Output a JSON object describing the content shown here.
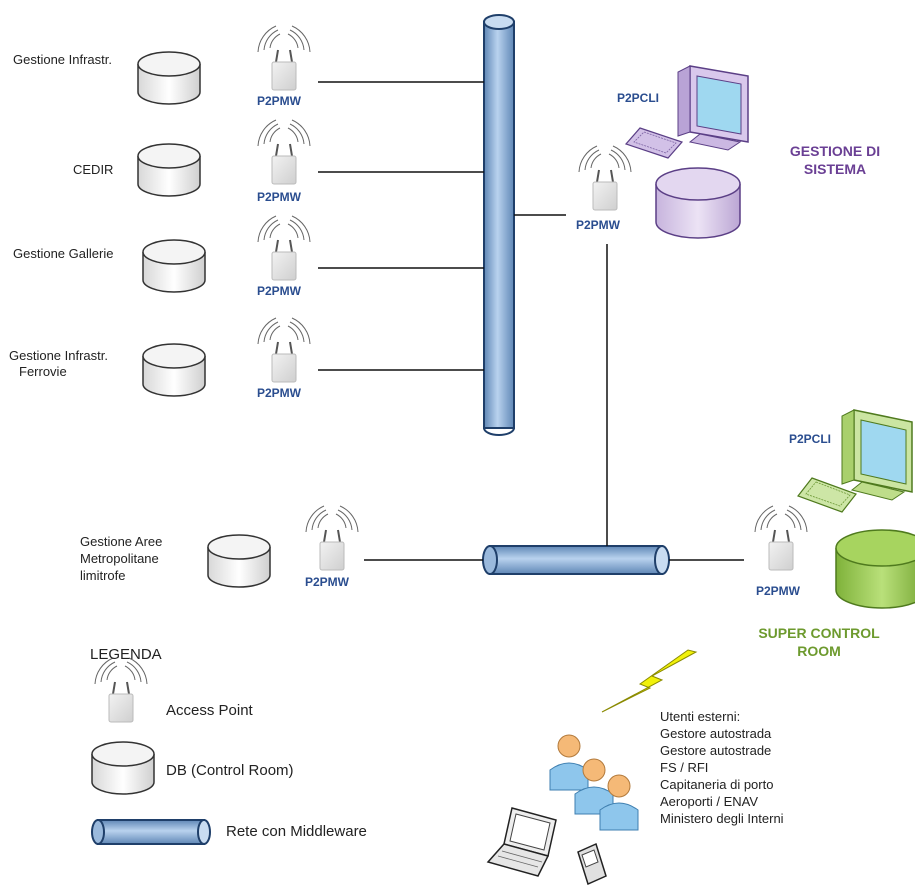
{
  "nodes": {
    "infra": "Gestione Infrastr.",
    "cedir": "CEDIR",
    "gallerie": "Gestione Gallerie",
    "ferrovie_1": "Gestione Infrastr.",
    "ferrovie_2": "Ferrovie",
    "aree_1": "Gestione Aree",
    "aree_2": "Metropolitane",
    "aree_3": "limitrofe"
  },
  "ap_label": "P2PMW",
  "client_label": "P2PCLI",
  "gestione_sistema": [
    "GESTIONE DI",
    "SISTEMA"
  ],
  "super_control_room": [
    "SUPER CONTROL",
    "ROOM"
  ],
  "legend": {
    "title": "LEGENDA",
    "access_point": "Access Point",
    "db": "DB (Control Room)",
    "middleware": "Rete con Middleware"
  },
  "external_users": [
    "Utenti esterni:",
    "Gestore autostrada",
    "Gestore autostrade",
    "FS / RFI",
    "Capitaneria di porto",
    "Aeroporti / ENAV",
    "Ministero degli Interni"
  ],
  "colors": {
    "pipe": "#9ab9dc",
    "ap_label": "#2a4d8f",
    "purple": "#6a3f94",
    "green": "#6d9a2e",
    "lightning": "#e0e000"
  }
}
